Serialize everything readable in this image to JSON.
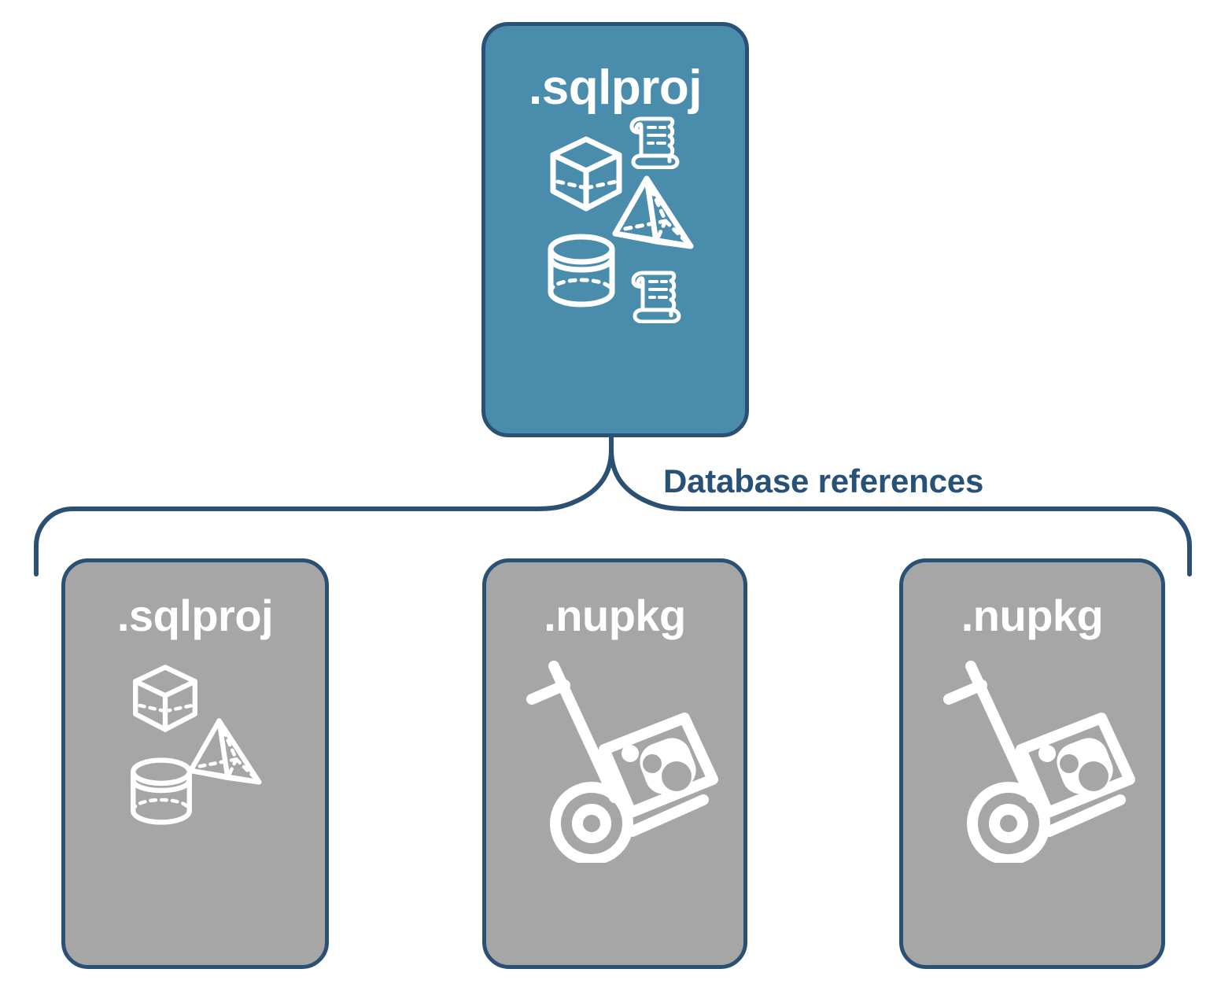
{
  "diagram": {
    "title": "Database references",
    "colors": {
      "primary_fill": "#4a8cab",
      "secondary_fill": "#a6a6a6",
      "stroke": "#2a5074",
      "icon": "#ffffff",
      "label_text": "#275176",
      "background": "#ffffff"
    },
    "root_card": {
      "label": ".sqlproj",
      "fill": "primary",
      "icons": [
        "cube-icon",
        "scroll-icon",
        "pyramid-icon",
        "cylinder-icon",
        "scroll-icon"
      ]
    },
    "connector": {
      "type": "curly-brace-bracket",
      "label": "Database references"
    },
    "child_cards": [
      {
        "label": ".sqlproj",
        "fill": "secondary",
        "icons": [
          "cube-icon",
          "pyramid-icon",
          "cylinder-icon"
        ]
      },
      {
        "label": ".nupkg",
        "fill": "secondary",
        "icons": [
          "nuget-package-handtruck-icon"
        ]
      },
      {
        "label": ".nupkg",
        "fill": "secondary",
        "icons": [
          "nuget-package-handtruck-icon"
        ]
      }
    ]
  }
}
